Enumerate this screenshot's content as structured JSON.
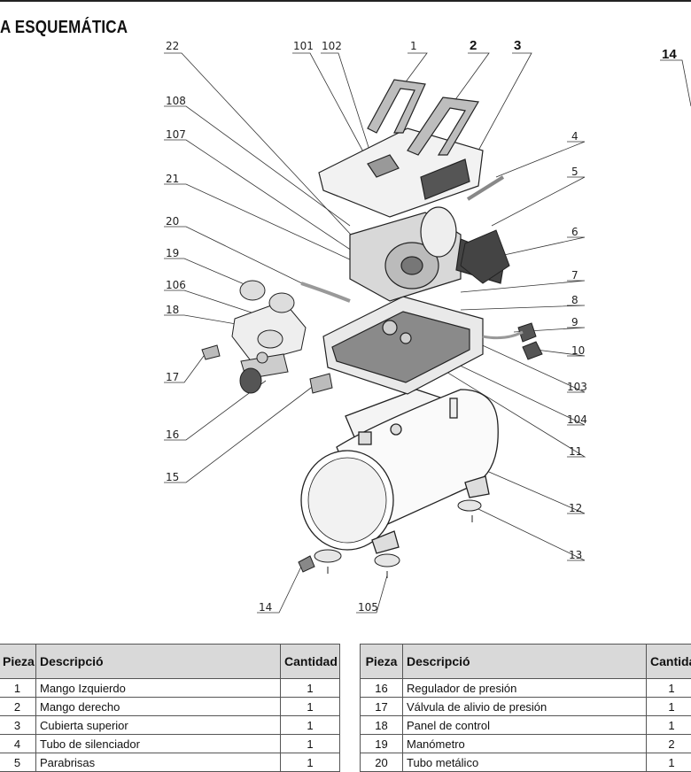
{
  "header": {
    "title": "A ESQUEMÁTICA"
  },
  "callouts": [
    "22",
    "101",
    "102",
    "1",
    "2",
    "3",
    "14",
    "108",
    "4",
    "107",
    "21",
    "5",
    "20",
    "6",
    "19",
    "7",
    "106",
    "8",
    "18",
    "9",
    "10",
    "17",
    "103",
    "16",
    "104",
    "11",
    "15",
    "12",
    "13",
    "14",
    "105"
  ],
  "tables": {
    "left": {
      "headers": {
        "part": "Pieza",
        "desc": "Descripció",
        "qty": "Cantidad"
      },
      "rows": [
        {
          "part": "1",
          "desc": "Mango Izquierdo",
          "qty": "1"
        },
        {
          "part": "2",
          "desc": "Mango derecho",
          "qty": "1"
        },
        {
          "part": "3",
          "desc": "Cubierta superior",
          "qty": "1"
        },
        {
          "part": "4",
          "desc": "Tubo de silenciador",
          "qty": "1"
        },
        {
          "part": "5",
          "desc": "Parabrisas",
          "qty": "1"
        }
      ]
    },
    "right": {
      "headers": {
        "part": "Pieza",
        "desc": "Descripció",
        "qty": "Cantidad"
      },
      "rows": [
        {
          "part": "16",
          "desc": "Regulador de presión",
          "qty": "1"
        },
        {
          "part": "17",
          "desc": "Válvula de alivio de presión",
          "qty": "1"
        },
        {
          "part": "18",
          "desc": "Panel de control",
          "qty": "1"
        },
        {
          "part": "19",
          "desc": "Manómetro",
          "qty": "2"
        },
        {
          "part": "20",
          "desc": "Tubo metálico",
          "qty": "1"
        }
      ]
    }
  }
}
